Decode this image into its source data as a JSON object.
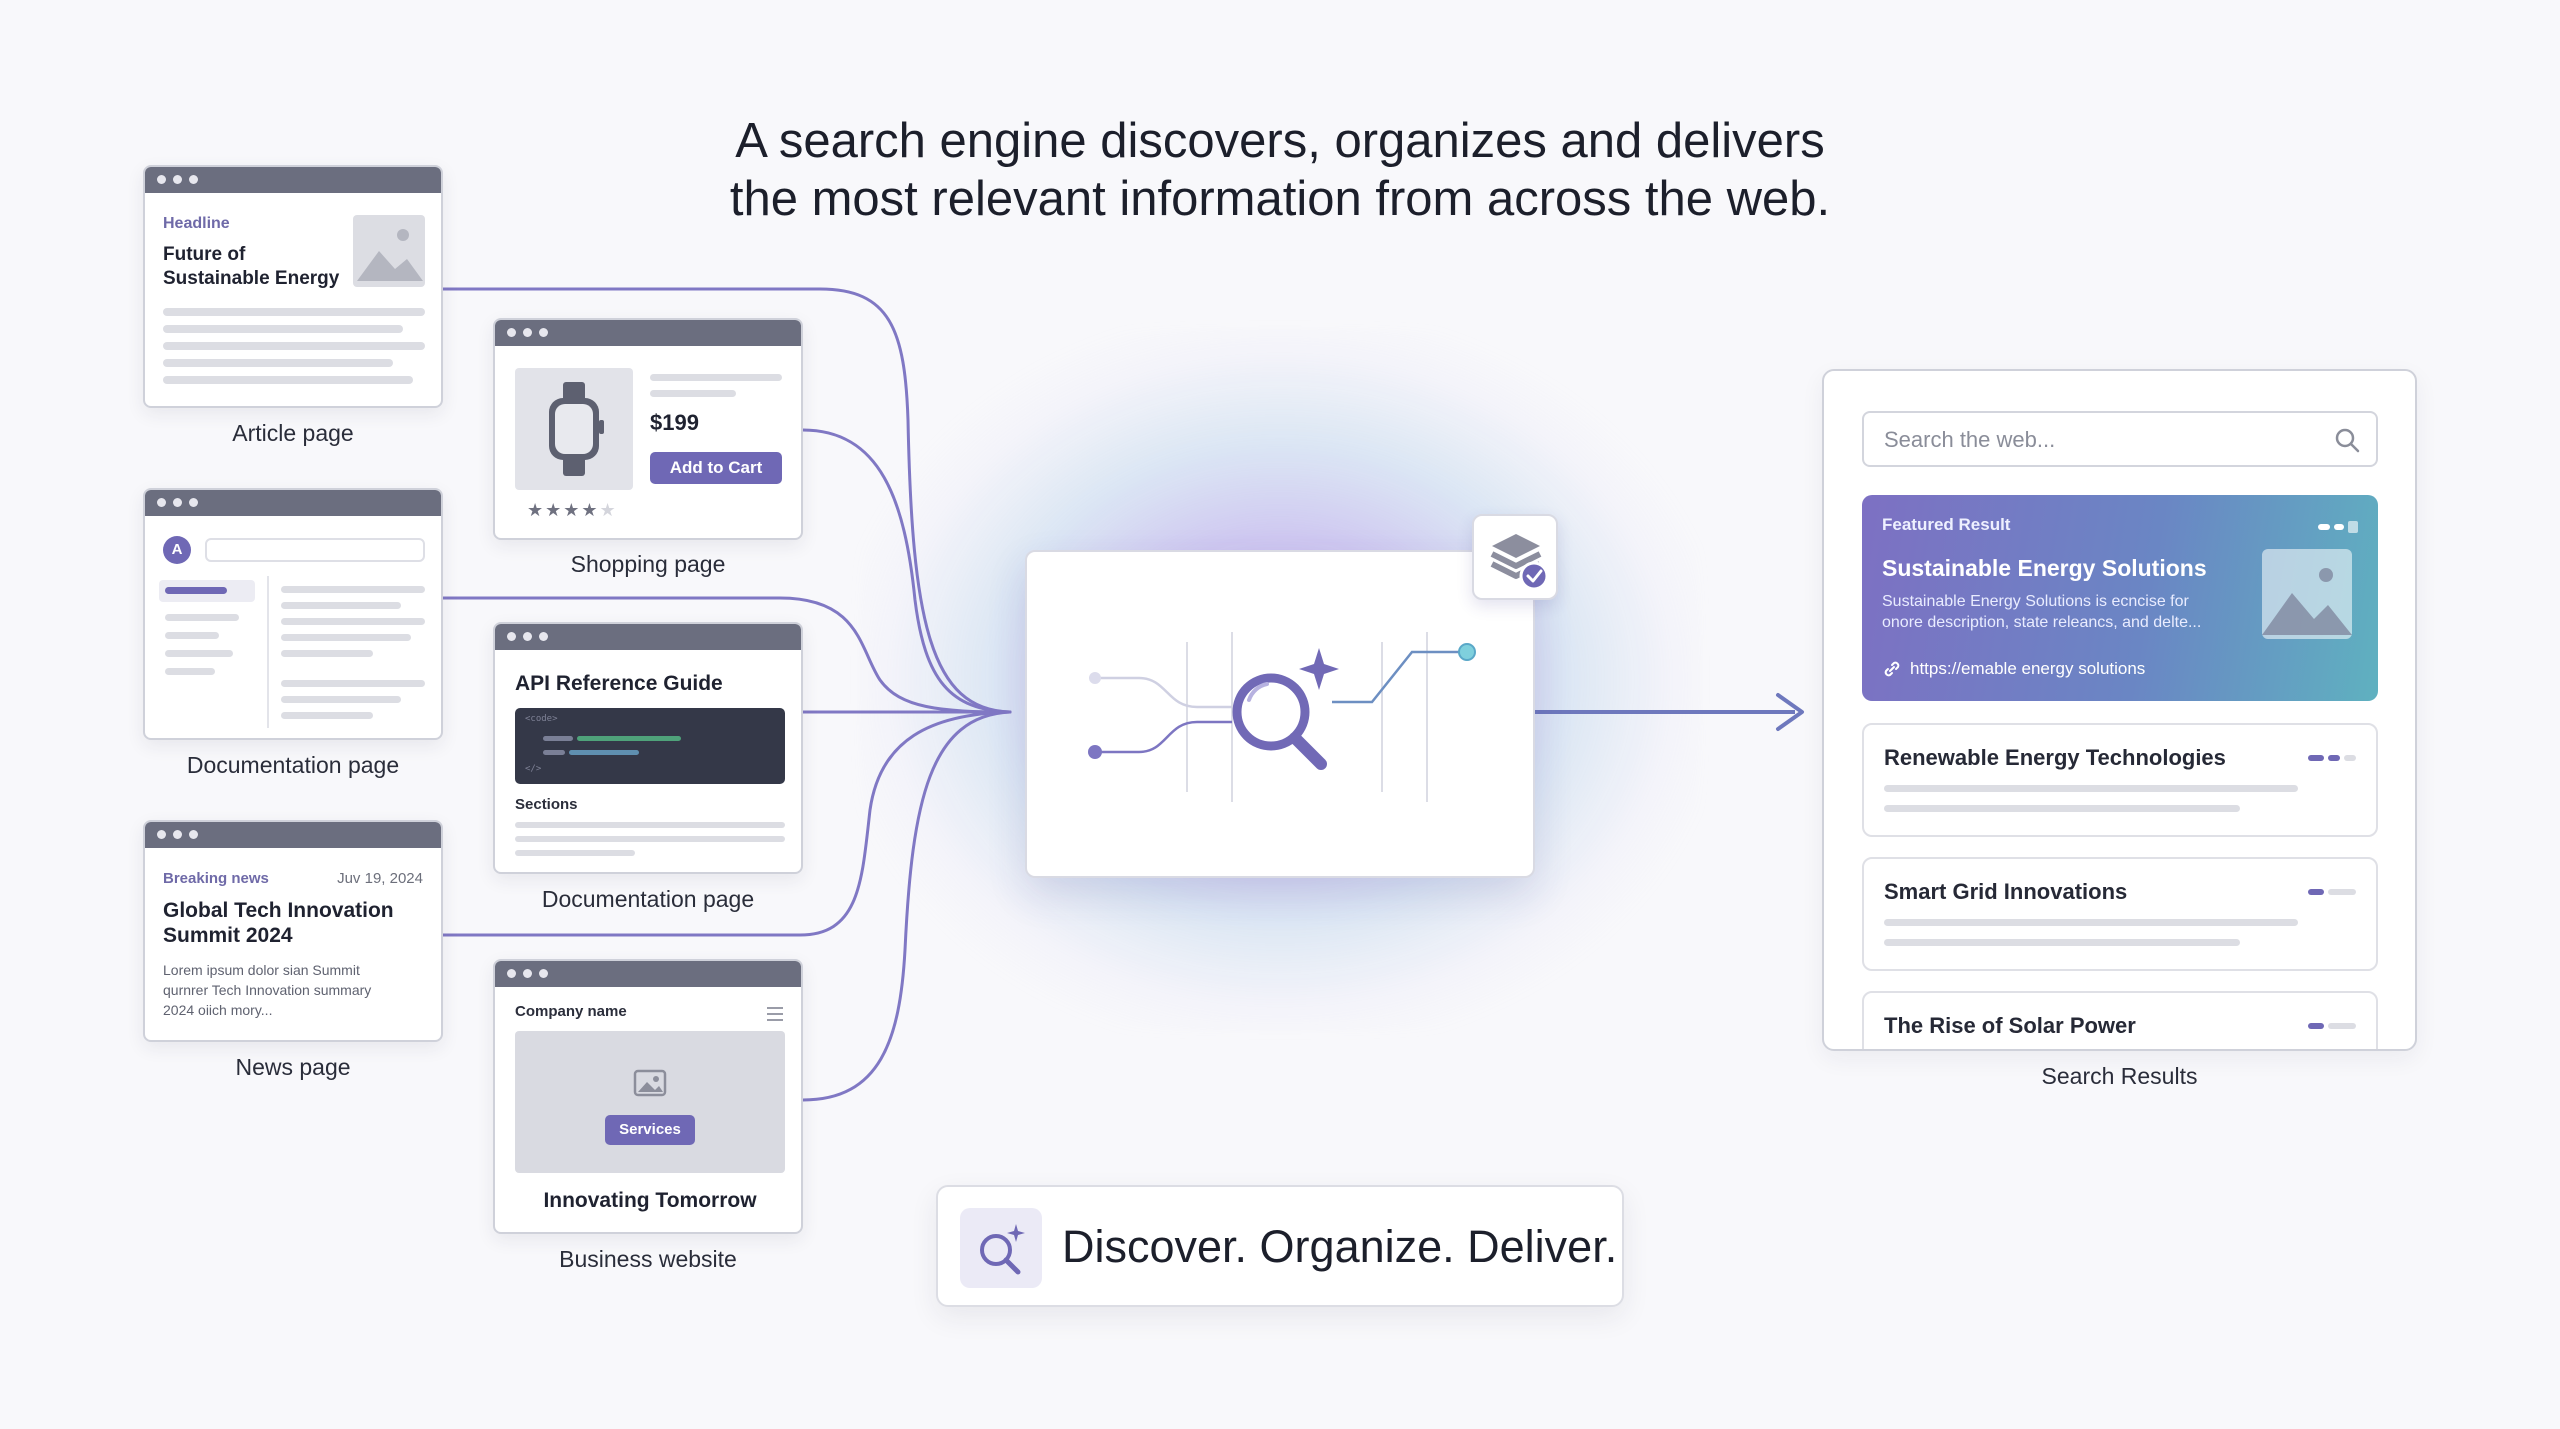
{
  "headline": {
    "line1": "A search engine discovers, organizes and delivers",
    "line2": "the most relevant information from across the web."
  },
  "colors": {
    "accent": "#6f68b5",
    "connector": "#8078c4",
    "window_bar": "#6b6e7f"
  },
  "sources": {
    "article": {
      "label": "Headline",
      "title1": "Future of",
      "title2": "Sustainable Energy",
      "caption": "Article page"
    },
    "documentation_left": {
      "caption": "Documentation page",
      "logo_letter": "A"
    },
    "news": {
      "label": "Breaking news",
      "date": "Juv 19, 2024",
      "title1": "Global Tech Innovation",
      "title2": "Summit 2024",
      "body1": "Lorem ipsum dolor sian Summit",
      "body2": "qurnrer Tech Innovation summary",
      "body3": "2024 oiich mory...",
      "caption": "News page"
    },
    "shopping": {
      "price": "$199",
      "button": "Add to Cart",
      "stars": "★★★★",
      "star_empty": "★",
      "caption": "Shopping page"
    },
    "api_doc": {
      "title": "API Reference Guide",
      "code1": "<code>",
      "code2": "</>",
      "section": "Sections",
      "caption": "Documentation page"
    },
    "business": {
      "company": "Company name",
      "button": "Services",
      "tagline": "Innovating Tomorrow",
      "caption": "Business website"
    }
  },
  "results": {
    "placeholder": "Search the web...",
    "featured": {
      "label": "Featured Result",
      "title": "Sustainable Energy Solutions",
      "desc1": "Sustainable Energy Solutions is ecncise for",
      "desc2": "onore description, state releancs, and delte...",
      "url": "https://emable energy solutions"
    },
    "items": [
      {
        "title": "Renewable Energy Technologies"
      },
      {
        "title": "Smart Grid Innovations"
      },
      {
        "title": "The Rise of Solar Power"
      }
    ],
    "caption": "Search Results"
  },
  "tagline": {
    "text": "Discover. Organize. Deliver."
  }
}
